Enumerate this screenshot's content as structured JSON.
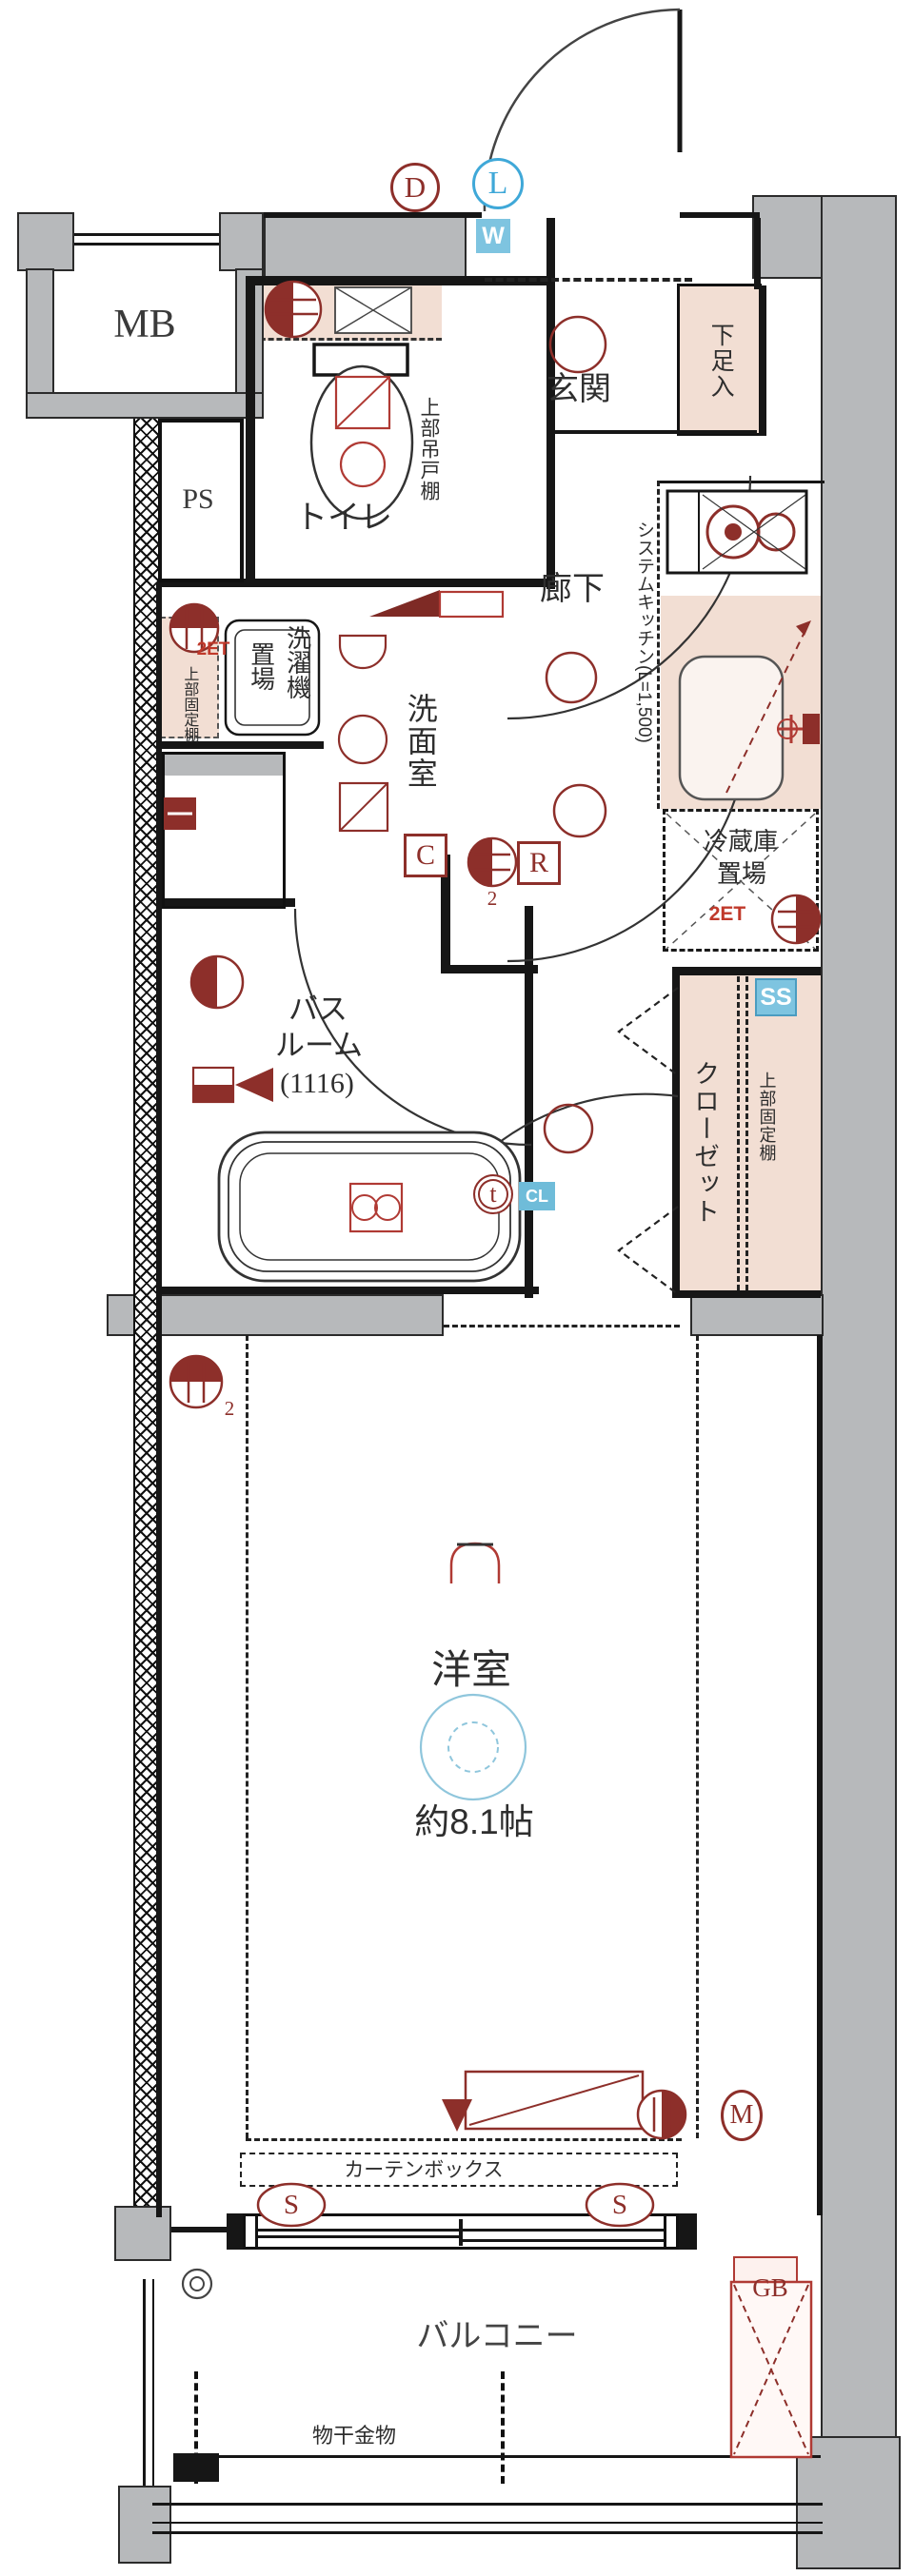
{
  "rooms": {
    "mb": "MB",
    "ps": "PS",
    "toilet": "トイレ",
    "entrance": "玄関",
    "hallway": "廊下",
    "washroom": "洗面室",
    "bath_line1": "バス",
    "bath_line2": "ルーム",
    "bath_size": "(1116)",
    "western": "洋室",
    "western_size": "約8.1帖",
    "closet": "クローゼット",
    "balcony": "バルコニー"
  },
  "fixtures": {
    "shoe_cabinet": "下足入",
    "toilet_upper_shelf": "上部吊戸棚",
    "washer_line1": "洗濯機",
    "washer_line2": "置場",
    "washer_outlet": "2ET",
    "washer_upper_shelf": "上部固定棚",
    "system_kitchen": "システムキッチン(L=1,500)",
    "fridge_line1": "冷蔵庫",
    "fridge_line2": "置場",
    "fridge_outlet": "2ET",
    "closet_upper_shelf": "上部固定棚",
    "curtain_box": "カーテンボックス",
    "laundry_hardware": "物干金物"
  },
  "symbols": {
    "door_d": "D",
    "light_l": "L",
    "switch_w": "W",
    "c": "C",
    "r": "R",
    "hall_outlet_count": "2",
    "t": "t",
    "cl": "CL",
    "ss": "SS",
    "room_outlet_count": "2",
    "s_left": "S",
    "s_right": "S",
    "m": "M",
    "gb": "GB"
  },
  "colors": {
    "symbol_red": "#8d2f2a",
    "symbol_blue": "#3fa8d8",
    "wall_gray": "#b7b9bb",
    "fixture_pink": "#f2ded3"
  }
}
